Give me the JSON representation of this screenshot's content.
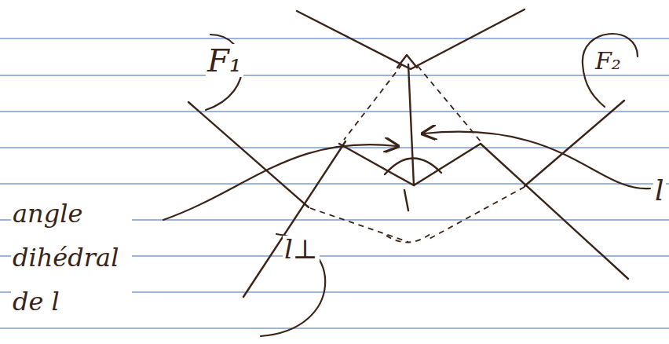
{
  "diagram": {
    "labels": [
      "F₁",
      "F₂",
      "l",
      "l⊥",
      "angle dihédral de l"
    ]
  }
}
